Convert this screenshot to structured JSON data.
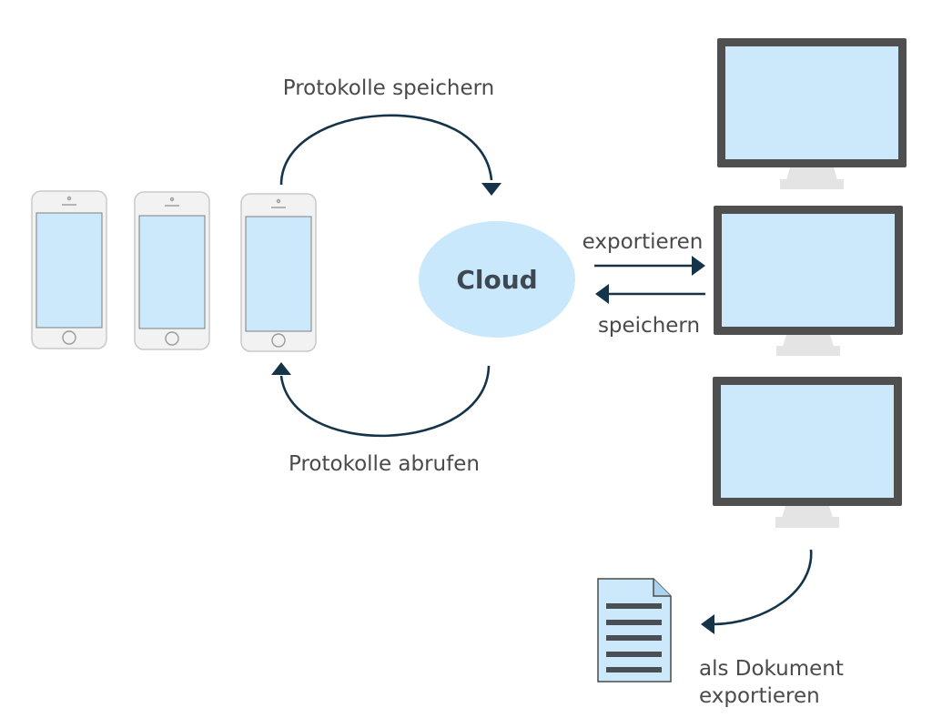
{
  "labels": {
    "save_protocols": "Protokolle speichern",
    "fetch_protocols": "Protokolle abrufen",
    "cloud": "Cloud",
    "export": "exportieren",
    "save": "speichern",
    "export_doc_line1": "als Dokument",
    "export_doc_line2": "exportieren"
  },
  "icons": {
    "phones": [
      "smartphone-icon",
      "smartphone-icon",
      "smartphone-icon"
    ],
    "monitors": [
      "monitor-icon",
      "monitor-icon",
      "monitor-icon"
    ],
    "document": "document-icon"
  },
  "colors": {
    "screen": "#cce9fb",
    "cloud": "#c9e8fb",
    "arrow": "#15344a",
    "monitor_frame": "#4f4f4f",
    "text": "#4a4a4a"
  }
}
